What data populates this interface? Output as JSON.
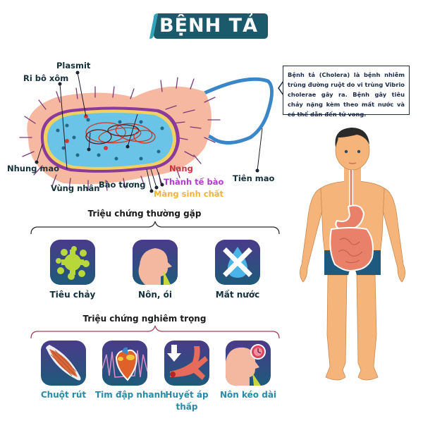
{
  "header": {
    "title": "BỆNH TẢ",
    "badge_color": "#1a5a6a",
    "badge_accent": "#2fa4b8"
  },
  "info_box": {
    "text": "Bệnh tả (Cholera) là bệnh nhiễm trùng đường ruột do vi trùng Vibrio cholerae gây ra. Bệnh gây tiêu chảy nặng kèm theo mất nước và có thể dẫn đến tử vong."
  },
  "bacterium": {
    "labels": {
      "plasmit": "Plasmit",
      "ribosome": "Ri bô xôm",
      "pili": "Nhung mao",
      "nucleoid": "Vùng nhân",
      "cytoplasm": "Bào tương",
      "capsule": "Nang",
      "cell_wall": "Thành tế bào",
      "membrane": "Màng sinh chất",
      "flagellum": "Tiên mao"
    },
    "colors": {
      "capsule": "#f6b8a0",
      "cytoplasm": "#6ac4e8",
      "membrane": "#f0d060",
      "wall": "#8a3a9a",
      "flagellum": "#3a86c8",
      "dna": "#c83a2a",
      "capsule_label": "#d0303a",
      "wall_label": "#b43ad0",
      "membrane_label": "#f0b43a"
    }
  },
  "common_symptoms": {
    "title": "Triệu chứng thường gặp",
    "items": [
      {
        "label": "Tiêu chảy",
        "icon": "splash-icon"
      },
      {
        "label": "Nôn, ói",
        "icon": "vomit-icon"
      },
      {
        "label": "Mất nước",
        "icon": "no-water-icon"
      }
    ]
  },
  "severe_symptoms": {
    "title": "Triệu chứng nghiêm trọng",
    "items": [
      {
        "label": "Chuột rút",
        "icon": "muscle-cramp-icon"
      },
      {
        "label": "Tim đập nhanh",
        "icon": "heart-rate-icon"
      },
      {
        "label": "Huyết áp",
        "label2": "thấp",
        "icon": "low-blood-pressure-icon"
      },
      {
        "label": "Nôn kéo dài",
        "icon": "prolonged-vomit-icon"
      }
    ],
    "brace_color": "#a0405a"
  },
  "body_figure": {
    "skin": "#f4b47a",
    "shorts": "#1e5a80",
    "intestine": "#e8806a",
    "hair": "#2a2a2a"
  }
}
